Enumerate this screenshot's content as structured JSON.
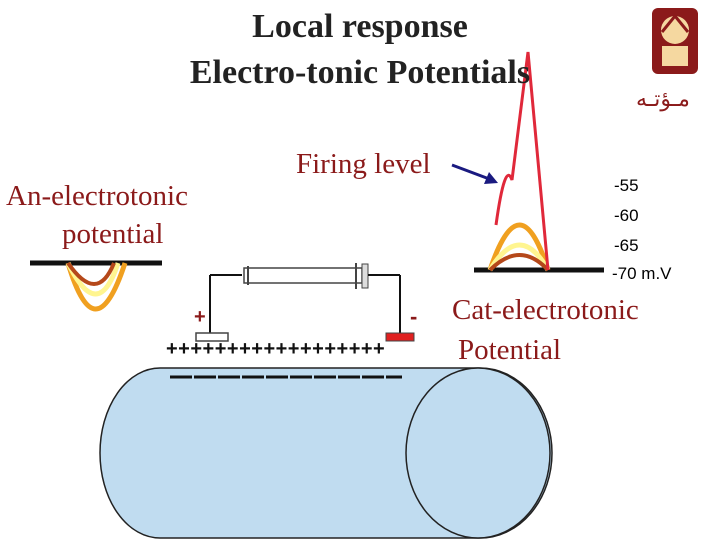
{
  "title": {
    "line1": "Local response",
    "line2": "Electro-tonic Potentials"
  },
  "labels": {
    "firing_level": "Firing level",
    "anelectrotonic_line1": "An-electrotonic",
    "anelectrotonic_line2": "potential",
    "catelectrotonic_line1": "Cat-electrotonic",
    "catelectrotonic_line2": "Potential",
    "anode_sign": "+",
    "cathode_sign": "-",
    "membrane_charges": "++++++++++++++++++"
  },
  "voltage_levels": {
    "mv55": "-55",
    "mv60": "-60",
    "mv65": "-65",
    "mv70": "-70 m.V"
  },
  "logo": {
    "text": "مـؤتـه"
  },
  "colors": {
    "label_red": "#8b1a1a",
    "spike_red": "#e0283a",
    "curve_brown": "#b5481a",
    "curve_orange": "#f0a020",
    "curve_yellow": "#fff590",
    "cylinder_fill": "#c0dcf0",
    "electrode_red": "#e02020",
    "arrow_blue": "#1a1a80"
  }
}
